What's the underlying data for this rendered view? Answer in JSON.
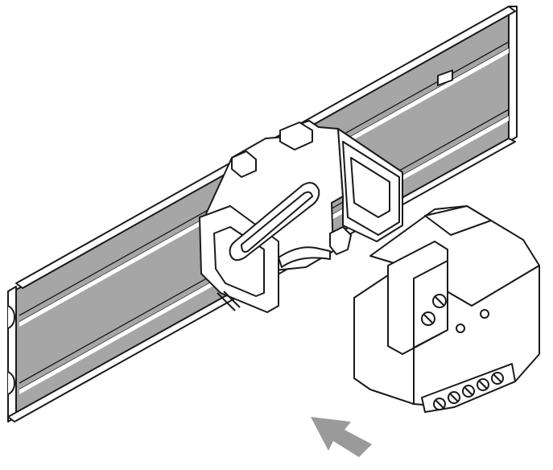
{
  "figure": {
    "type": "technical-line-drawing",
    "background_color": "#ffffff",
    "line_color": "#1a1a1a",
    "rail_fill_color": "#a6a6a6",
    "arrow_color": "#9a9a9a",
    "components": [
      "din-rail",
      "din-rail-mounting-adapter",
      "flush-mount-module",
      "direction-arrow"
    ]
  }
}
